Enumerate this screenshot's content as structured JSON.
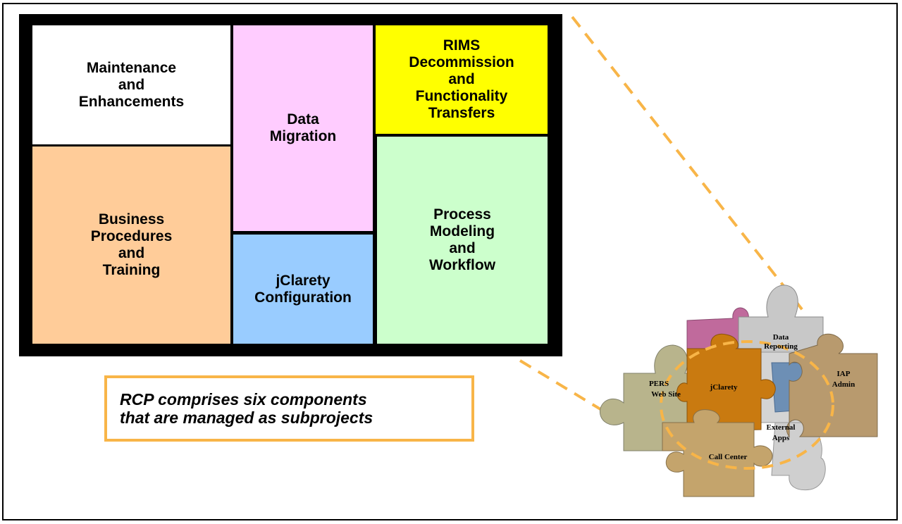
{
  "components": {
    "maintenance": "Maintenance\nand\nEnhancements",
    "data_migration": "Data\nMigration",
    "rims": "RIMS\nDecommission\nand\nFunctionality\nTransfers",
    "business": "Business\nProcedures\nand\nTraining",
    "jclarety_config": "jClarety\nConfiguration",
    "process": "Process\nModeling\nand\nWorkflow"
  },
  "caption": "RCP comprises six components\nthat are managed as subprojects",
  "puzzle": {
    "data_reporting_1": "Data",
    "data_reporting_2": "Reporting",
    "iap_1": "IAP",
    "iap_2": "Admin",
    "pers_1": "PERS",
    "pers_2": "Web Site",
    "jclarety": "jClarety",
    "external_1": "External",
    "external_2": "Apps",
    "call_center": "Call Center"
  },
  "colors": {
    "white": "#ffffff",
    "pink": "#ffccff",
    "yellow": "#ffff00",
    "orange": "#ffcc99",
    "blue": "#99ccff",
    "green": "#ccffcc",
    "dashed_line": "#f8b548"
  }
}
